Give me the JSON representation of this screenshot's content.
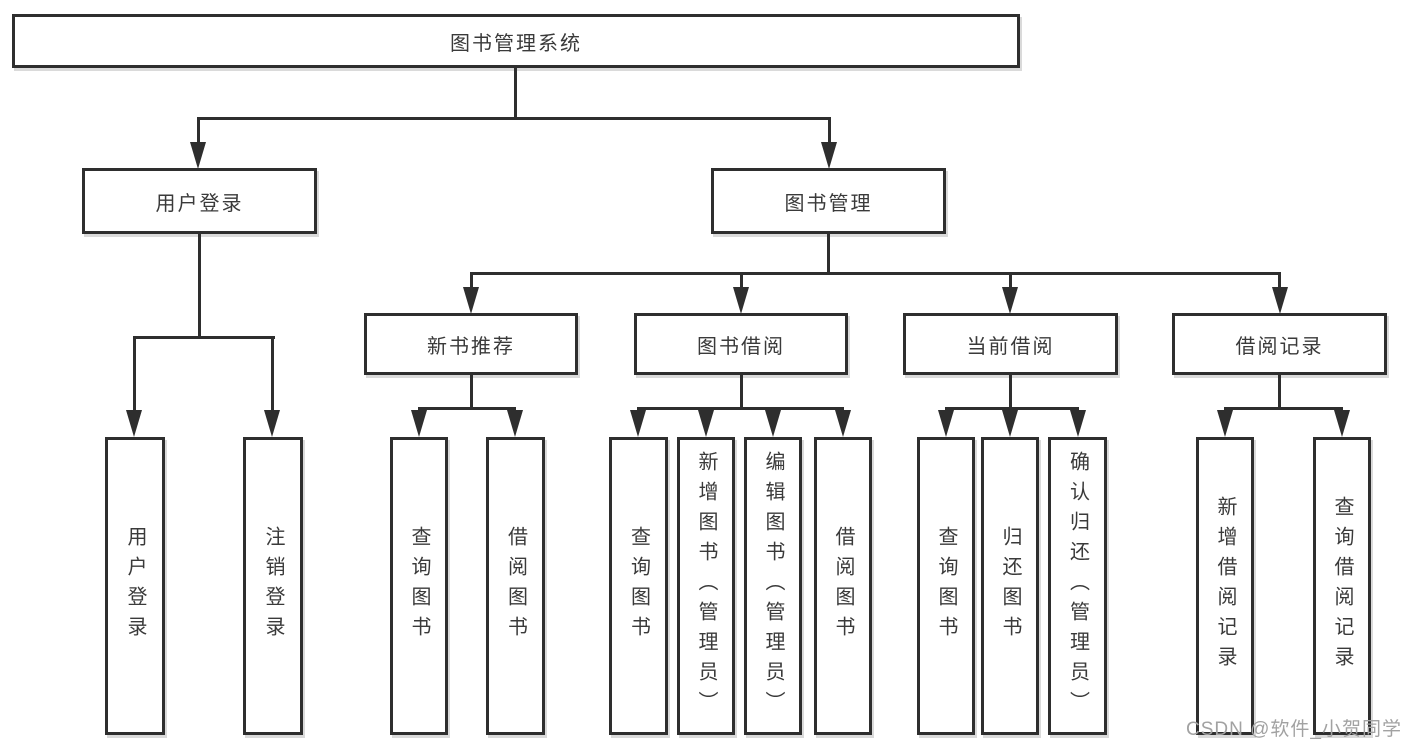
{
  "colors": {
    "line": "#2e2e2e",
    "text": "#3a3a3a",
    "watermark": "#a2a2a2",
    "background": "#ffffff"
  },
  "tree": {
    "root": {
      "label": "图书管理系统"
    },
    "children": [
      {
        "label": "用户登录",
        "children": [
          {
            "label": "用户登录"
          },
          {
            "label": "注销登录"
          }
        ]
      },
      {
        "label": "图书管理",
        "children": [
          {
            "label": "新书推荐",
            "children": [
              {
                "label": "查询图书"
              },
              {
                "label": "借阅图书"
              }
            ]
          },
          {
            "label": "图书借阅",
            "children": [
              {
                "label": "查询图书"
              },
              {
                "label": "新增图书（管理员）"
              },
              {
                "label": "编辑图书（管理员）"
              },
              {
                "label": "借阅图书"
              }
            ]
          },
          {
            "label": "当前借阅",
            "children": [
              {
                "label": "查询图书"
              },
              {
                "label": "归还图书"
              },
              {
                "label": "确认归还（管理员）"
              }
            ]
          },
          {
            "label": "借阅记录",
            "children": [
              {
                "label": "新增借阅记录"
              },
              {
                "label": "查询借阅记录"
              }
            ]
          }
        ]
      }
    ]
  },
  "watermark": "CSDN @软件_小贺同学"
}
